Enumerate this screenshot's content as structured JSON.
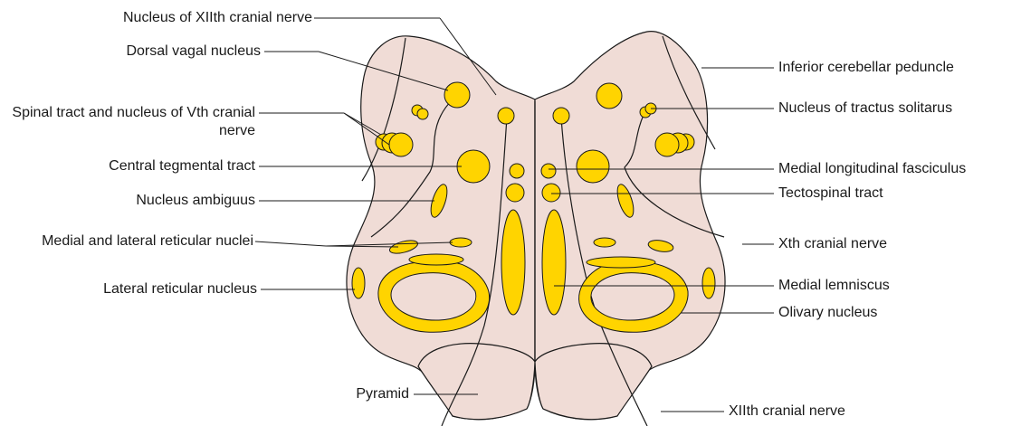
{
  "colors": {
    "tissue": "#f0dcd6",
    "nucleus": "#ffd400",
    "outline": "#1a1a1a",
    "background": "#ffffff"
  },
  "labels": {
    "xii_nucleus": "Nucleus of XIIth cranial nerve",
    "dorsal_vagal": "Dorsal vagal nucleus",
    "spinal_tract_v": "Spinal tract and nucleus of Vth cranial nerve",
    "central_tegmental": "Central tegmental tract",
    "ambiguus": "Nucleus ambiguus",
    "reticular": "Medial and lateral reticular nuclei",
    "lateral_reticular": "Lateral reticular nucleus",
    "pyramid": "Pyramid",
    "inferior_cerebellar": "Inferior cerebellar peduncle",
    "tractus_solitarus": "Nucleus of tractus solitarus",
    "mlf": "Medial longitudinal fasciculus",
    "tectospinal": "Tectospinal tract",
    "xth_nerve": "Xth cranial nerve",
    "medial_lemniscus": "Medial lemniscus",
    "olivary": "Olivary nucleus",
    "xiith_nerve": "XIIth cranial nerve"
  }
}
